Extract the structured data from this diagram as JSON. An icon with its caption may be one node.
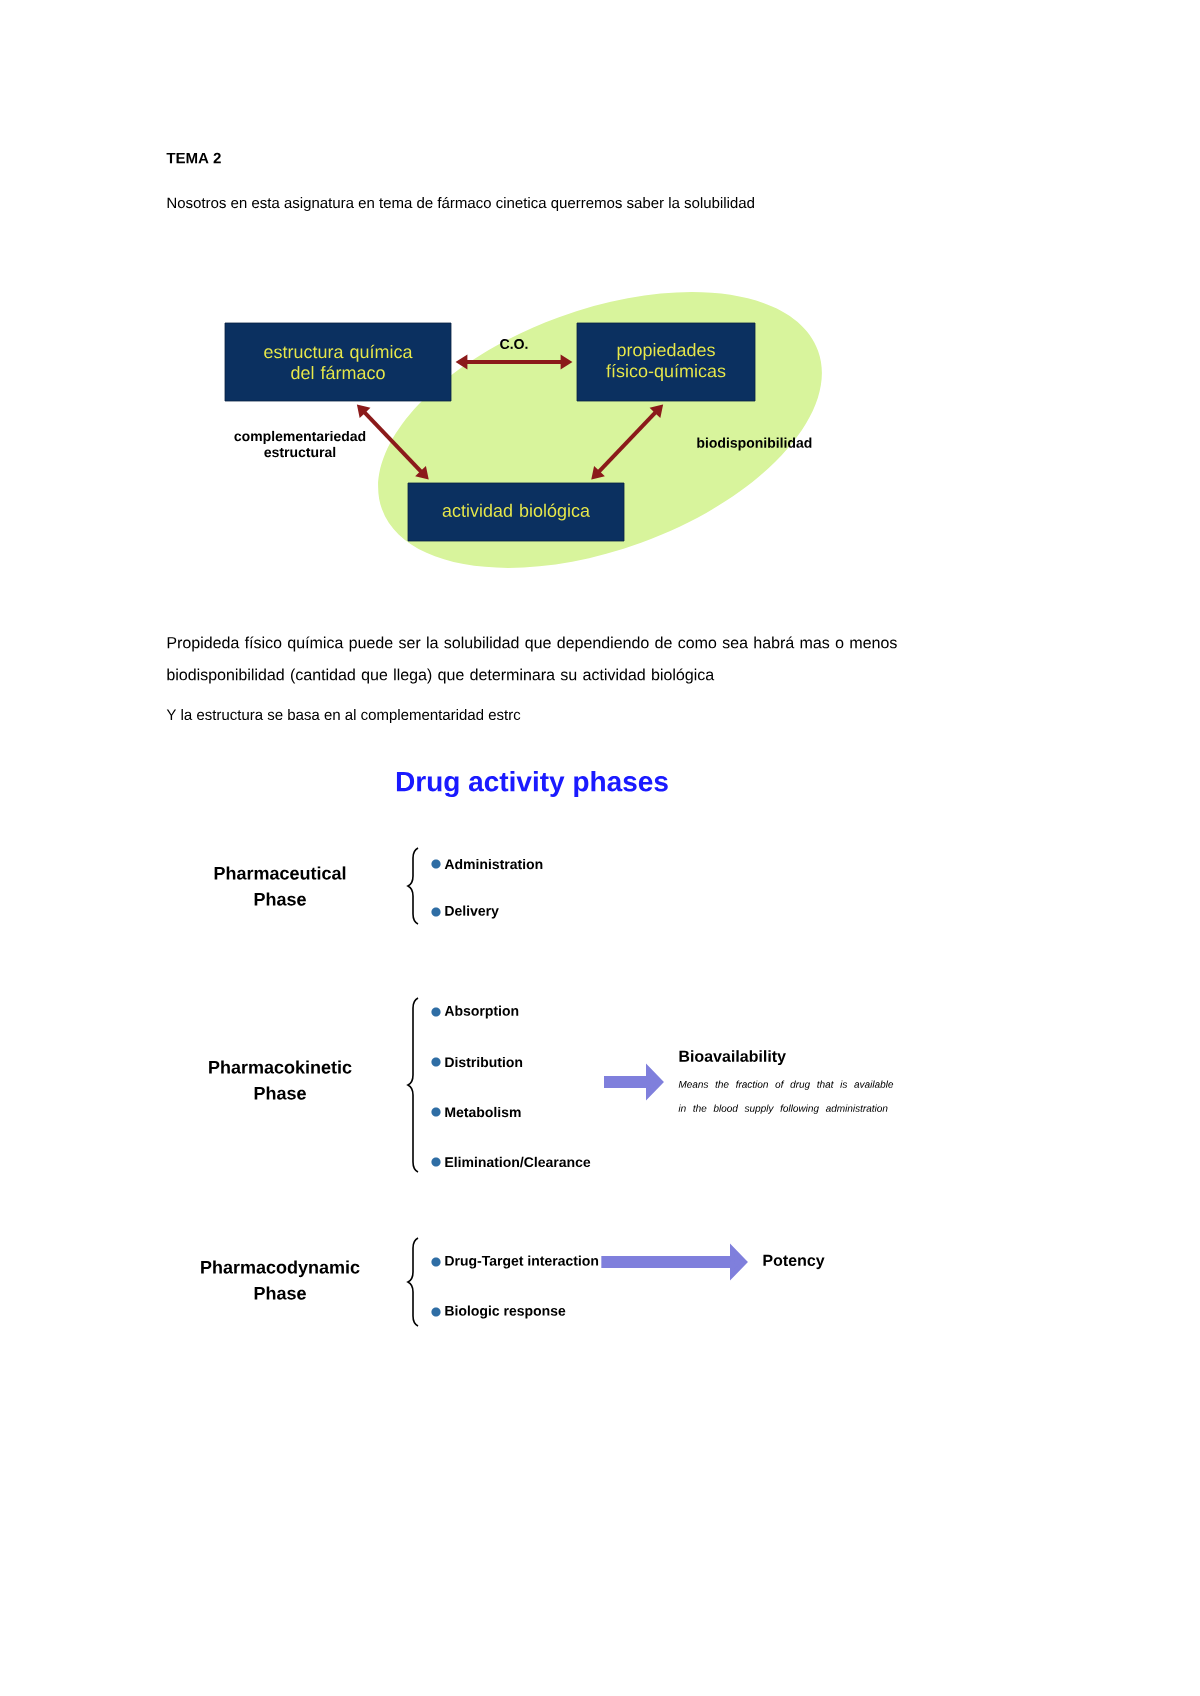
{
  "diagram": {
    "title": "TEMA 2",
    "nodes": [
      {
        "text": [
          "estructura química del fármaco"
        ]
      },
      {
        "text": [
          "propiedades físico-químicas"
        ]
      },
      {
        "text": [
          "actividad biológica"
        ]
      },
      {
        "text": [
          "Drug-Target interaction"
        ]
      },
      {
        "text": [
          "Bioavailability",
          "Means the fraction of drug that is available in the blood supply following administration"
        ]
      },
      {
        "text": [
          "Potency"
        ]
      }
    ],
    "edges": [
      {
        "from": 0,
        "to": 1,
        "arrow": "both",
        "label": "C.O."
      },
      {
        "from": 0,
        "to": 2,
        "arrow": "both",
        "label": "complementariedad estructural"
      },
      {
        "from": 2,
        "to": 1,
        "arrow": "both",
        "label": "biodisponibilidad"
      },
      {
        "from": null,
        "to": 4,
        "arrow": "to",
        "style": "thick",
        "color": "#7f7fdc"
      },
      {
        "from": 3,
        "to": 5,
        "arrow": "to",
        "style": "thick",
        "color": "#7f7fdc"
      }
    ],
    "labels": [
      "Nosotros en esta asignatura en tema de fármaco cinetica querremos saber la solubilidad",
      "Propideda físico química puede ser la solubilidad que dependiendo de como sea habrá mas o menos biodisponibilidad (cantidad que llega) que determinara su actividad biológica",
      "Y la estructura se basa en al complementaridad estrc",
      "Drug activity phases",
      "Pharmaceutical Phase",
      "Administration",
      "Delivery",
      "Pharmacokinetic Phase",
      "Absorption",
      "Distribution",
      "Metabolism",
      "Elimination/Clearance",
      "Pharmacodynamic Phase",
      "Biologic response"
    ]
  }
}
